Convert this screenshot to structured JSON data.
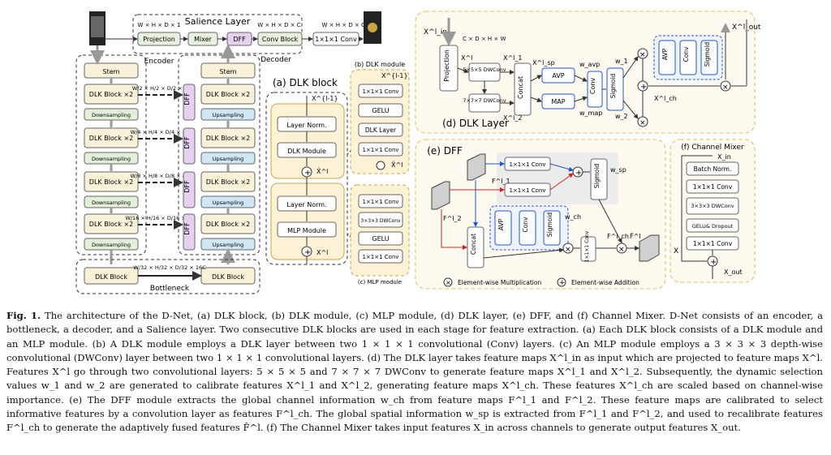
{
  "figure": {
    "salience_title": "Salience Layer",
    "dim_in": "W × H × D × 1",
    "projection": "Projection",
    "mixer": "Mixer",
    "dff": "DFF",
    "dim_c": "W × H × D × C",
    "conv_block": "Conv Block",
    "dim_class": "W × H × D × Class",
    "conv111": "1×1×1 Conv",
    "encoder": "Encoder",
    "decoder": "Decoder",
    "stem": "Stem",
    "dlk_block_x2": "DLK Block ×2",
    "downsampling": "Downsampling",
    "upsampling": "Upsampling",
    "skip1": "W/2 × H/2 × D/2 × C",
    "skip2": "W/4 × H/4 × D/4 × 2C",
    "skip3": "W/8 × H/8 × D/8 × 4C",
    "skip4": "W/16 × H/16 × D/16 × 8C",
    "skip5": "W/32 × H/32 × D/32 × 16C",
    "dlk_block": "DLK Block",
    "bottleneck": "Bottleneck",
    "a_title": "(a) DLK block",
    "x_l_minus": "X^{l-1}",
    "layer_norm": "Layer Norm.",
    "dlk_module": "DLK Module",
    "x_hat": "X̂^l",
    "mlp_module": "MLP Module",
    "x_l": "X^l",
    "b_title": "(b) DLK module",
    "gelu": "GELU",
    "dlk_layer": "DLK Layer",
    "c_title": "(c) MLP module",
    "dwconv333": "3×3×3 DWConv",
    "d_title": "(d) DLK Layer",
    "x_in_l": "X^l_in",
    "cdhw": "C × D × H × W",
    "x_l_label": "X^l",
    "dw555": "5×5×5 DWConv",
    "dw777": "7×7×7 DWConv",
    "x1": "X^l_1",
    "x2": "X^l_2",
    "concat": "Concat",
    "xsp": "X^l_sp",
    "avp": "AVP",
    "map": "MAP",
    "wavp": "w_avp",
    "wmap": "w_map",
    "conv": "Conv",
    "sigmoid": "Sigmoid",
    "w1": "w_1",
    "w2": "w_2",
    "xch": "X^l_ch",
    "xout": "X^l_out",
    "e_title": "(e) DFF",
    "f1": "F^l_1",
    "f2": "F^l_2",
    "wsp": "w_sp",
    "wch": "w_ch",
    "fch": "F^l_ch",
    "fhat": "F̂^l",
    "legend_mul": "Element-wise Multiplication",
    "legend_add": "Element-wise Addition",
    "f_title": "(f) Channel Mixer",
    "xin": "X_in",
    "batch_norm": "Batch Norm.",
    "gelu_dropout": "GELU& Dropout",
    "x_label": "X",
    "xout2": "X_out"
  },
  "caption": {
    "label": "Fig. 1.",
    "text": "The architecture of the D-Net, (a) DLK block, (b) DLK module, (c) MLP module, (d) DLK layer, (e) DFF, and (f) Channel Mixer. D-Net consists of an encoder, a bottleneck, a decoder, and a Salience layer. Two consecutive DLK blocks are used in each stage for feature extraction. (a) Each DLK block consists of a DLK module and an MLP module. (b) A DLK module employs a DLK layer between two 1 × 1 × 1 convolutional (Conv) layers. (c) An MLP module employs a 3 × 3 × 3 depth-wise convolutional (DWConv) layer between two 1 × 1 × 1 convolutional layers. (d) The DLK layer takes feature maps X^l_in as input which are projected to feature maps X^l. Features X^l go through two convolutional layers: 5 × 5 × 5 and 7 × 7 × 7 DWConv to generate feature maps X^l_1 and X^l_2. Subsequently, the dynamic selection values w_1 and w_2 are generated to calibrate features X^l_1 and X^l_2, generating feature maps X^l_ch. These features X^l_ch are scaled based on channel-wise importance. (e) The DFF module extracts the global channel information w_ch from feature maps F^l_1 and F^l_2. These feature maps are calibrated to select informative features by a convolution layer as features F^l_ch. The global spatial information w_sp is extracted from F^l_1 and F^l_2, and used to recalibrate features F^l_ch to generate the adaptively fused features F̂^l. (f) The Channel Mixer takes input features X_in across channels to generate output features X_out."
  }
}
